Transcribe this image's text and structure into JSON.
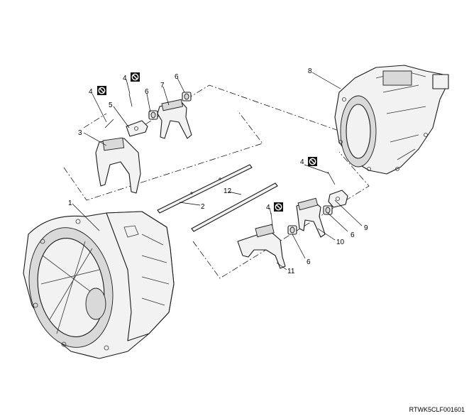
{
  "callouts": [
    "1",
    "2",
    "3",
    "4",
    "5",
    "6",
    "7",
    "8",
    "9",
    "10",
    "11",
    "12"
  ],
  "icons": {
    "no_reuse": "prohibition-icon"
  },
  "drawing_code": "RTWK5CLF001601"
}
